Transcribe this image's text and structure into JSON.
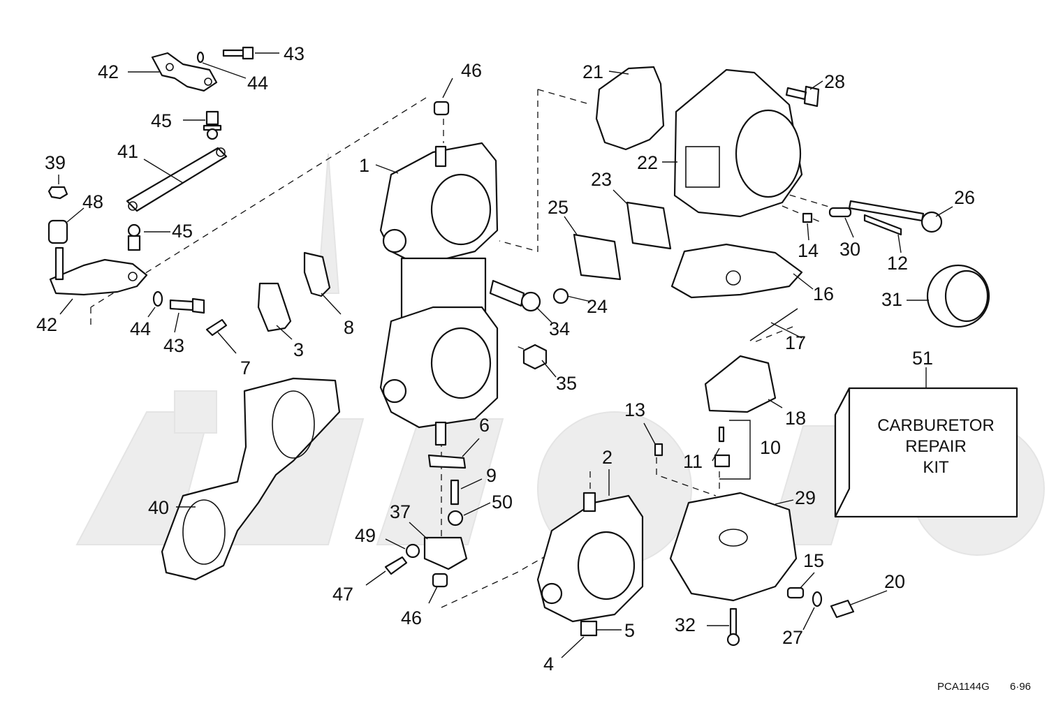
{
  "kit": {
    "callout": "51",
    "line1": "CARBURETOR",
    "line2": "REPAIR",
    "line3": "KIT"
  },
  "footer": {
    "code": "PCA1144G",
    "date": "6·96"
  },
  "callouts": [
    {
      "id": "1",
      "label": "1"
    },
    {
      "id": "2",
      "label": "2"
    },
    {
      "id": "3",
      "label": "3"
    },
    {
      "id": "4",
      "label": "4"
    },
    {
      "id": "5",
      "label": "5"
    },
    {
      "id": "6",
      "label": "6"
    },
    {
      "id": "7",
      "label": "7"
    },
    {
      "id": "8",
      "label": "8"
    },
    {
      "id": "9",
      "label": "9"
    },
    {
      "id": "10",
      "label": "10"
    },
    {
      "id": "11",
      "label": "11"
    },
    {
      "id": "12",
      "label": "12"
    },
    {
      "id": "13",
      "label": "13"
    },
    {
      "id": "14",
      "label": "14"
    },
    {
      "id": "15",
      "label": "15"
    },
    {
      "id": "16",
      "label": "16"
    },
    {
      "id": "17",
      "label": "17"
    },
    {
      "id": "18",
      "label": "18"
    },
    {
      "id": "20",
      "label": "20"
    },
    {
      "id": "21",
      "label": "21"
    },
    {
      "id": "22",
      "label": "22"
    },
    {
      "id": "23",
      "label": "23"
    },
    {
      "id": "24",
      "label": "24"
    },
    {
      "id": "25",
      "label": "25"
    },
    {
      "id": "26",
      "label": "26"
    },
    {
      "id": "27",
      "label": "27"
    },
    {
      "id": "28",
      "label": "28"
    },
    {
      "id": "29",
      "label": "29"
    },
    {
      "id": "30",
      "label": "30"
    },
    {
      "id": "31",
      "label": "31"
    },
    {
      "id": "32",
      "label": "32"
    },
    {
      "id": "34",
      "label": "34"
    },
    {
      "id": "35",
      "label": "35"
    },
    {
      "id": "37",
      "label": "37"
    },
    {
      "id": "39",
      "label": "39"
    },
    {
      "id": "40",
      "label": "40"
    },
    {
      "id": "41",
      "label": "41"
    },
    {
      "id": "42a",
      "label": "42"
    },
    {
      "id": "42b",
      "label": "42"
    },
    {
      "id": "43a",
      "label": "43"
    },
    {
      "id": "43b",
      "label": "43"
    },
    {
      "id": "44a",
      "label": "44"
    },
    {
      "id": "44b",
      "label": "44"
    },
    {
      "id": "45a",
      "label": "45"
    },
    {
      "id": "45b",
      "label": "45"
    },
    {
      "id": "46a",
      "label": "46"
    },
    {
      "id": "46b",
      "label": "46"
    },
    {
      "id": "47",
      "label": "47"
    },
    {
      "id": "48",
      "label": "48"
    },
    {
      "id": "49",
      "label": "49"
    },
    {
      "id": "50",
      "label": "50"
    }
  ]
}
